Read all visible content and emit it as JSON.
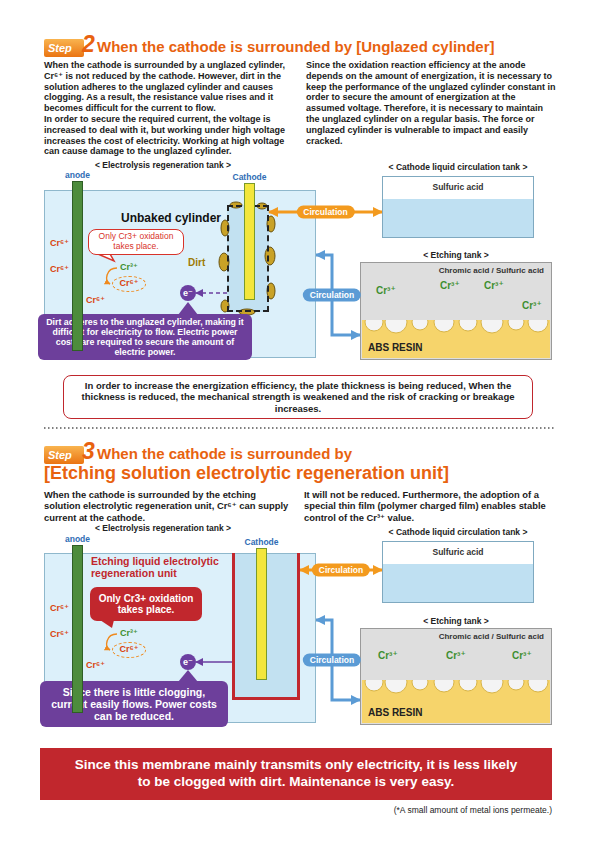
{
  "diagram": {
    "nodes": [
      {
        "text": [
          "Step",
          "2"
        ]
      },
      {
        "text": [
          "< Electrolysis regeneration tank >"
        ]
      },
      {
        "text": [
          "anode"
        ]
      },
      {
        "text": [
          "Only Cr3+ oxidation takes place."
        ],
        "in": 1
      },
      {
        "text": [
          "Cr⁶⁺"
        ],
        "in": 1
      },
      {
        "text": [
          "Unbaked cylinder"
        ],
        "in": 1
      },
      {
        "text": [
          "Cathode"
        ]
      },
      {
        "text": [
          "e⁻"
        ],
        "in": 1
      },
      {
        "text": [
          "Dirt adheres to the unglazed cylinder, making it difficult for electricity to flow. Electric power costs are required to secure the amount of electric power."
        ],
        "in": 1
      },
      {
        "text": [
          "< Cathode liquid circulation tank >",
          "Sulfuric acid"
        ]
      },
      {
        "text": [
          "< Etching tank >",
          "Chromic acid / Sulfuric acid"
        ]
      },
      {
        "text": [
          "ABS RESIN"
        ],
        "in": 10
      },
      {
        "text": [
          "In order to increase the energization efficiency, the plate thickness is being reduced, When the thickness is reduced, the mechanical strength is weakened and the risk of cracking or breakage increases."
        ]
      },
      {
        "text": [
          "Step",
          "3"
        ]
      },
      {
        "text": [
          "< Electrolysis regeneration tank >"
        ]
      },
      {
        "text": [
          "anode"
        ]
      },
      {
        "text": [
          "Etching liquid electrolytic regeneration unit"
        ],
        "in": 14
      },
      {
        "text": [
          "Only Cr3+ oxidation takes place."
        ],
        "in": 14
      },
      {
        "text": [
          "Cr⁶⁺"
        ],
        "in": 14
      },
      {
        "text": [
          "Cathode"
        ]
      },
      {
        "text": [
          "e⁻"
        ],
        "in": 14
      },
      {
        "text": [
          "Since there is little clogging, current easily flows. Power costs can be reduced."
        ],
        "in": 14
      },
      {
        "text": [
          "< Cathode liquid circulation tank >",
          "Sulfuric acid"
        ]
      },
      {
        "text": [
          "< Etching tank >",
          "Chromic acid / Sulfuric acid"
        ]
      },
      {
        "text": [
          "ABS RESIN"
        ],
        "in": 23
      },
      {
        "text": [
          "Since this membrane mainly transmits only electricity, it is less likely to be clogged with dirt. Maintenance is very easy."
        ]
      }
    ],
    "edges": [
      {
        "from": 5,
        "to": 9,
        "label": "Circulation",
        "arrow": "both"
      },
      {
        "from": 1,
        "to": 10,
        "label": "Circulation",
        "arrow": "both"
      },
      {
        "from": 5,
        "to": 7,
        "arrow": "to"
      },
      {
        "from": 16,
        "to": 22,
        "label": "Circulation",
        "arrow": "both"
      },
      {
        "from": 14,
        "to": 23,
        "label": "Circulation",
        "arrow": "both"
      },
      {
        "from": 16,
        "to": 20,
        "arrow": "to"
      }
    ],
    "labels": [
      "When the cathode is surrounded by [Unglazed cylinder]",
      "When the cathode is surrounded by a unglazed cylinder, Cr⁶⁺ is not reduced by the cathode. However, dirt in the solution adheres to the unglazed cylinder and causes clogging. As a result, the resistance value rises and it becomes difficult for the current to flow.",
      "In order to secure the required current, the voltage is increased to deal with it, but working under high voltage increases the cost of electricity. Working at high voltage can cause damage to the unglazed cylinder.",
      "Since the oxidation reaction efficiency at the anode depends on the amount of energization, it is necessary to keep the performance of the unglazed cylinder constant in order to secure the amount of energization at the assumed voltage. Therefore, it is necessary to maintain the unglazed cylinder on a regular basis. The force or unglazed cylinder is vulnerable to impact and easily cracked.",
      "Cr⁶⁺",
      "Cr⁶⁺",
      "Cr⁶⁺",
      "Cr³⁺",
      "Dirt",
      "Cr³⁺",
      "Cr³⁺",
      "Cr³⁺",
      "Cr³⁺",
      "When the cathode is surrounded by",
      "[Etching solution electrolytic regeneration unit]",
      "When the cathode is surrounded by the etching solution electrolytic regeneration unit, Cr⁶⁺ can supply current at the cathode.",
      "It will not be reduced. Furthermore, the adoption of a special thin film (polymer charged film) enables stable control of the Cr³⁺ value.",
      "Cr⁶⁺",
      "Cr⁶⁺",
      "Cr⁶⁺",
      "Cr³⁺",
      "Cr³⁺",
      "Cr³⁺",
      "Cr³⁺",
      "(*A small amount of metal ions permeate.)"
    ]
  }
}
